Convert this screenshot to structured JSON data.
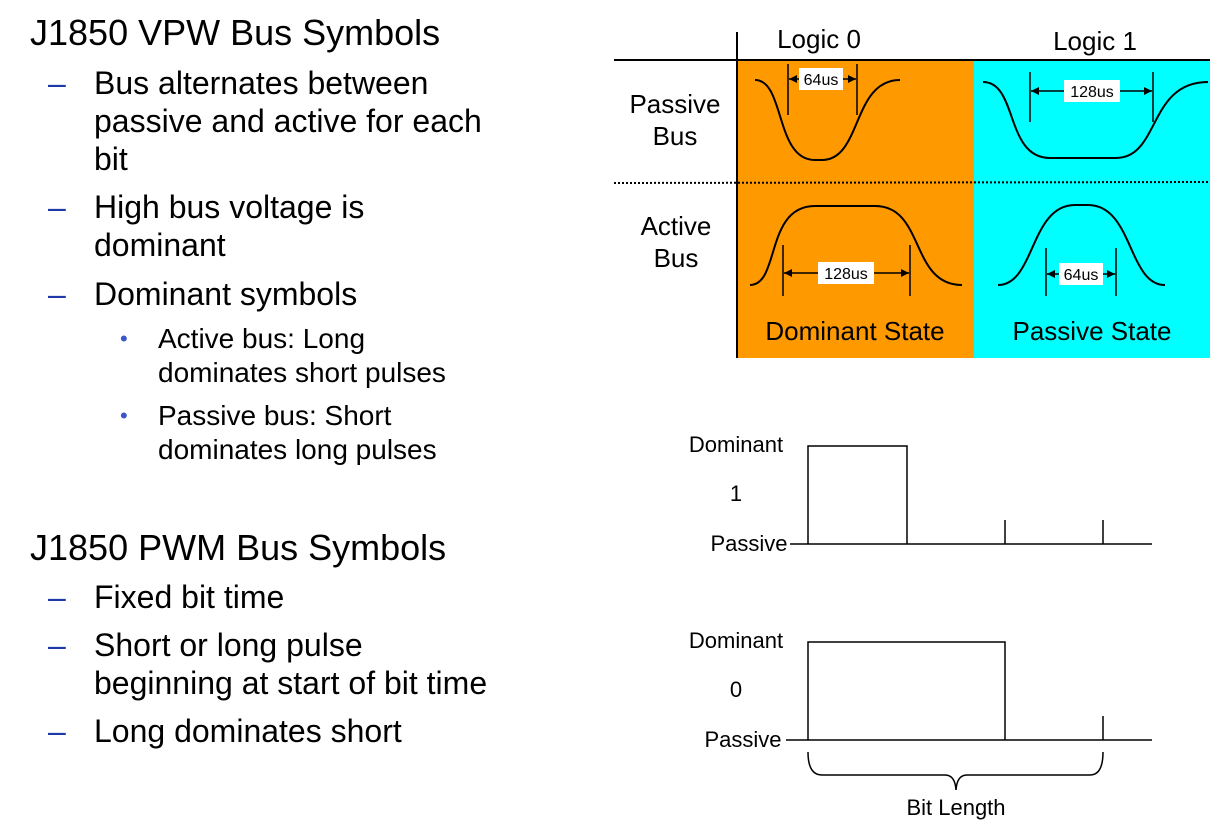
{
  "vpw": {
    "heading": "J1850 VPW Bus Symbols",
    "items": [
      {
        "lines": [
          "Bus alternates between",
          "passive and active for each",
          "bit"
        ]
      },
      {
        "lines": [
          "High bus voltage is",
          "dominant"
        ]
      },
      {
        "lines": [
          "Dominant symbols"
        ]
      }
    ],
    "subitems": [
      {
        "lines": [
          "Active bus: Long",
          "dominates short pulses"
        ]
      },
      {
        "lines": [
          "Passive bus: Short",
          "dominates long pulses"
        ]
      }
    ]
  },
  "pwm": {
    "heading": "J1850 PWM Bus Symbols",
    "items": [
      {
        "lines": [
          "Fixed bit time"
        ]
      },
      {
        "lines": [
          "Short or long pulse",
          "beginning at start of bit time"
        ]
      },
      {
        "lines": [
          "Long dominates short"
        ]
      }
    ]
  },
  "vpw_diagram": {
    "col_logic0": "Logic 0",
    "col_logic1": "Logic 1",
    "row_passive": [
      "Passive",
      "Bus"
    ],
    "row_active": [
      "Active",
      "Bus"
    ],
    "dur_passive_logic0": "64us",
    "dur_passive_logic1": "128us",
    "dur_active_logic0": "128us",
    "dur_active_logic1": "64us",
    "state_dominant": "Dominant State",
    "state_passive": "Passive State",
    "colors": {
      "dominant_bg": "#FF9900",
      "passive_bg": "#00FFFF"
    }
  },
  "pwm_diagram": {
    "wave1": {
      "label_top": "Dominant",
      "label_mid": "1",
      "label_bottom": "Passive"
    },
    "wave0": {
      "label_top": "Dominant",
      "label_mid": "0",
      "label_bottom": "Passive"
    },
    "bit_length": "Bit Length"
  }
}
